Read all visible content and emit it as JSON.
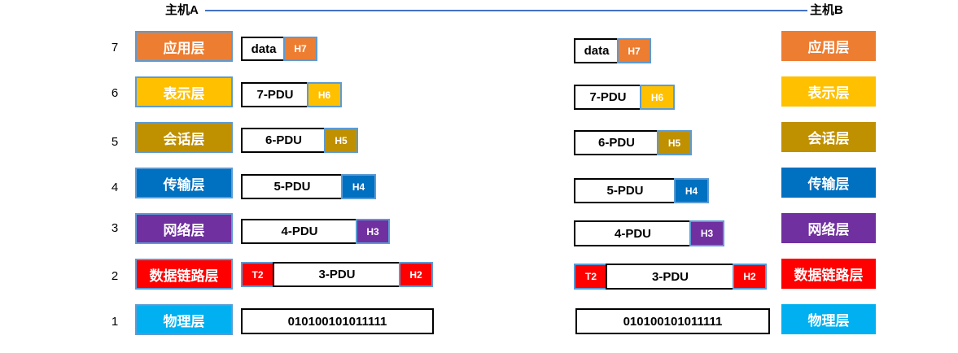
{
  "hosts": {
    "a": "主机A",
    "b": "主机B"
  },
  "colors": {
    "line": "#4472C4",
    "application": "#ED7D31",
    "presentation": "#FFC000",
    "session": "#BF9000",
    "transport": "#0070C0",
    "network": "#7030A0",
    "datalink": "#FF0000",
    "physical": "#00B0F0"
  },
  "layers": [
    {
      "num": "7",
      "name": "应用层"
    },
    {
      "num": "6",
      "name": "表示层"
    },
    {
      "num": "5",
      "name": "会话层"
    },
    {
      "num": "4",
      "name": "传输层"
    },
    {
      "num": "3",
      "name": "网络层"
    },
    {
      "num": "2",
      "name": "数据链路层"
    },
    {
      "num": "1",
      "name": "物理层"
    }
  ],
  "pdus": {
    "l7": {
      "data": "data",
      "header": "H7"
    },
    "l6": {
      "data": "7-PDU",
      "header": "H6"
    },
    "l5": {
      "data": "6-PDU",
      "header": "H5"
    },
    "l4": {
      "data": "5-PDU",
      "header": "H4"
    },
    "l3": {
      "data": "4-PDU",
      "header": "H3"
    },
    "l2": {
      "trailer": "T2",
      "data": "3-PDU",
      "header": "H2"
    },
    "l1": {
      "bits": "010100101011111"
    }
  }
}
